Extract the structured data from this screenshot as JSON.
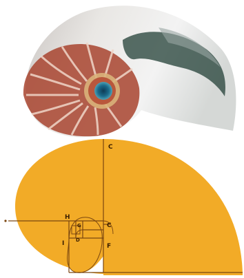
{
  "colors": {
    "background": "#ffffff",
    "spiral_fill": "#f2ab27",
    "construction_lines": "#7a4610",
    "shell_light": "#eeeeee",
    "shell_stripe_dark": "#2e4a41",
    "shell_chamber_red": "#a8442f",
    "shell_eye": "#1b6a8a"
  },
  "shell_image": {
    "icon": "nautilus-shell-icon"
  },
  "spiral_diagram": {
    "icon": "golden-spiral-icon",
    "labels": {
      "top": "C",
      "center_right": "C",
      "lower_right": "F",
      "left_upper": "H",
      "left_lower": "I",
      "small_upper": "G",
      "small_lower": "D"
    }
  }
}
